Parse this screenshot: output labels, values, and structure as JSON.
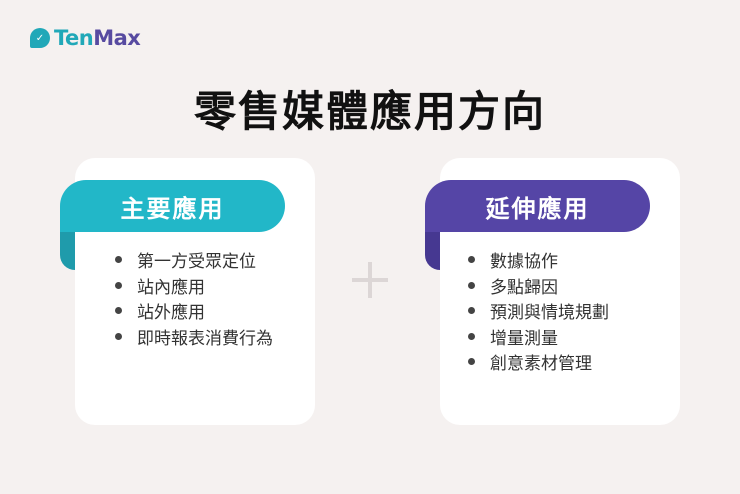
{
  "logo": {
    "icon": "tenmax-logo-icon",
    "part1": "Ten",
    "part2": "Max"
  },
  "title": "零售媒體應用方向",
  "cards": [
    {
      "heading": "主要應用",
      "color": "#22b7c8",
      "items": [
        "第一方受眾定位",
        "站內應用",
        "站外應用",
        "即時報表消費行為"
      ]
    },
    {
      "heading": "延伸應用",
      "color": "#5545a6",
      "items": [
        "數據協作",
        "多點歸因",
        "預測與情境規劃",
        "增量測量",
        "創意素材管理"
      ]
    }
  ],
  "connector": {
    "icon": "plus-icon"
  }
}
